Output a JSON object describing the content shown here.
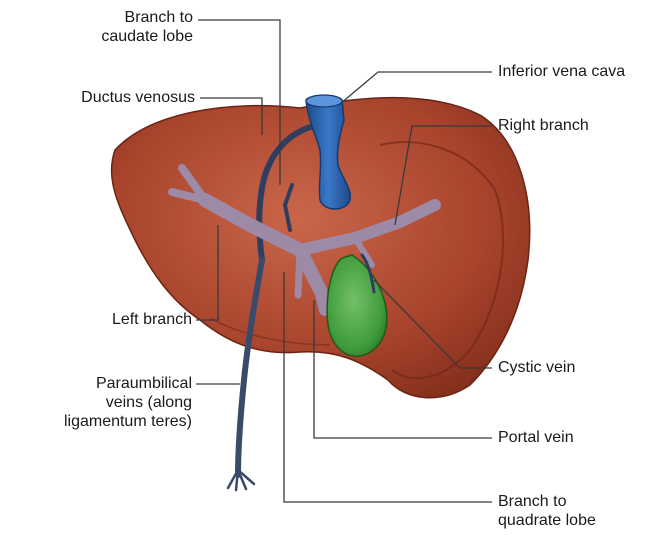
{
  "labels": {
    "branch_caudate": "Branch to\ncaudate lobe",
    "ductus_venosus": "Ductus venosus",
    "inferior_vena_cava": "Inferior vena cava",
    "right_branch": "Right branch",
    "left_branch": "Left branch",
    "paraumbilical_veins": "Paraumbilical\nveins (along\nligamentum teres)",
    "cystic_vein": "Cystic vein",
    "portal_vein": "Portal vein",
    "branch_quadrate": "Branch to\nquadrate lobe"
  },
  "colors": {
    "liver": "#a8432c",
    "liver_dark": "#7a2a18",
    "portal_vein": "#9c8aa6",
    "vena_cava": "#2a5ea8",
    "gallbladder": "#3d9a3a",
    "paraumbilical": "#3a4a6a",
    "leader_line": "#3a3a3a"
  }
}
